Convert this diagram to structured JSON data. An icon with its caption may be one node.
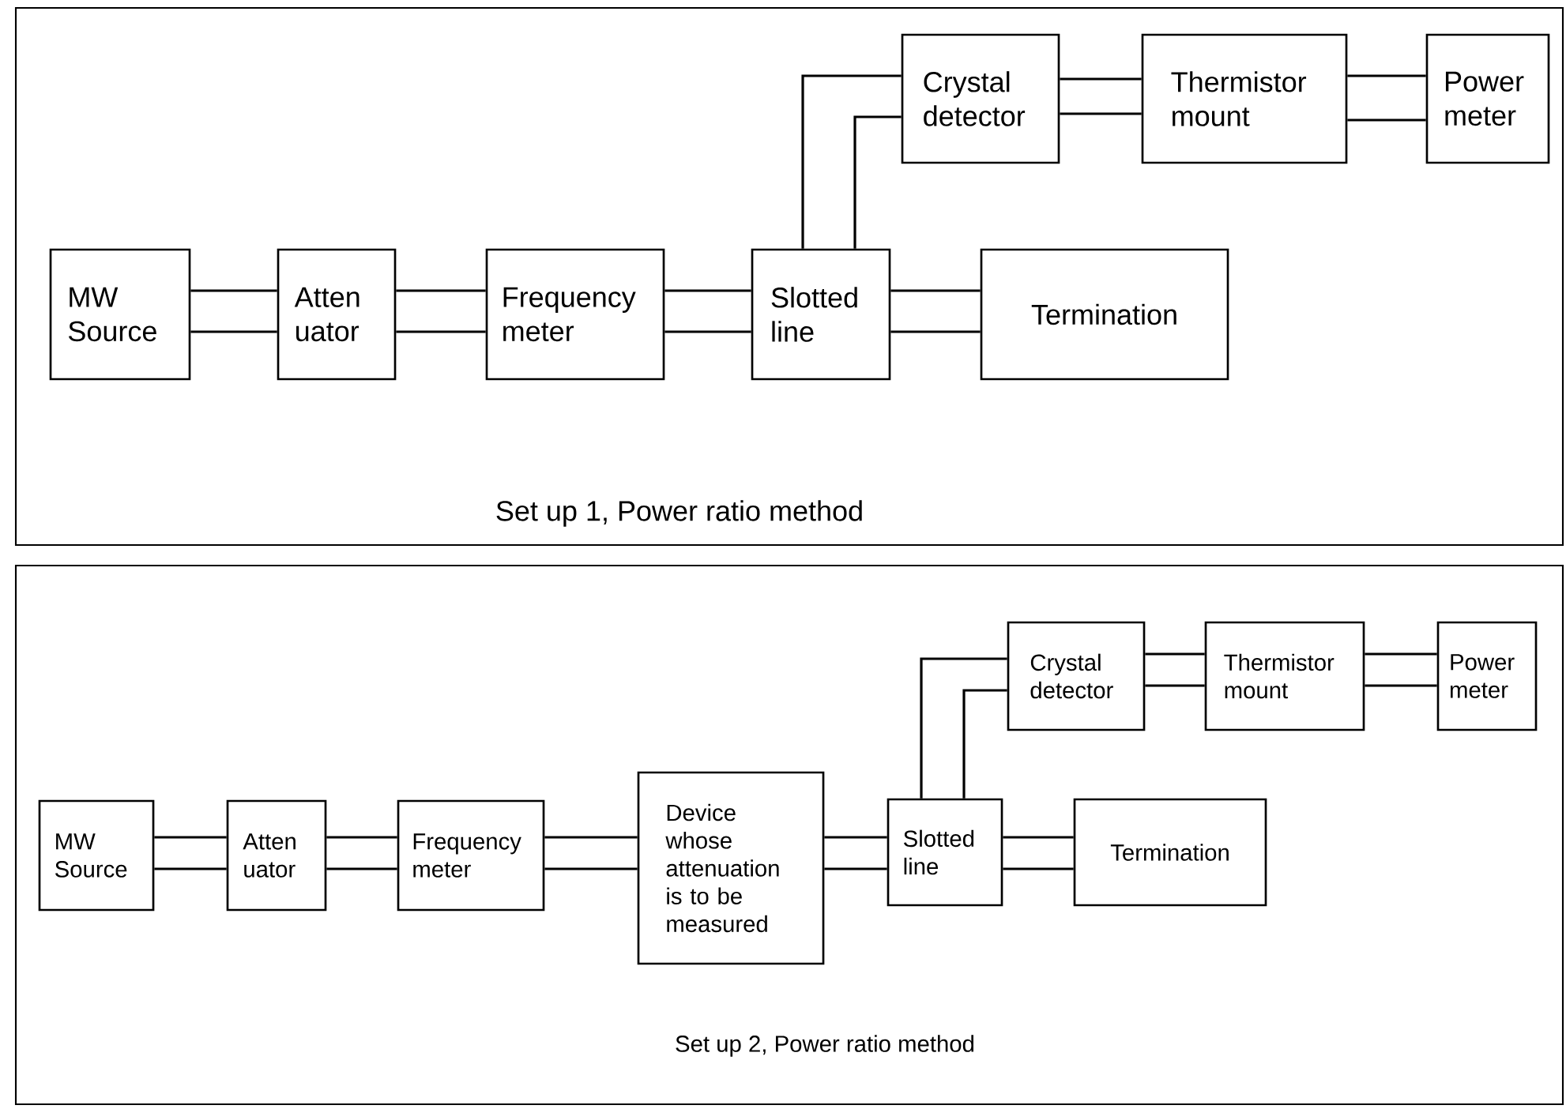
{
  "diagram": {
    "nodes": [
      {
        "text": [
          "Set up 1, Power ratio method"
        ]
      },
      {
        "text": [
          "MW Source"
        ],
        "in": 0
      },
      {
        "text": [
          "Atten uator"
        ],
        "in": 0
      },
      {
        "text": [
          "Frequency meter"
        ],
        "in": 0
      },
      {
        "text": [
          "Slotted line"
        ],
        "in": 0
      },
      {
        "text": [
          "Termination"
        ],
        "in": 0
      },
      {
        "text": [
          "Crystal detector"
        ],
        "in": 0
      },
      {
        "text": [
          "Thermistor mount"
        ],
        "in": 0
      },
      {
        "text": [
          "Power meter"
        ],
        "in": 0
      },
      {
        "text": [
          "Set up 2, Power ratio method"
        ]
      },
      {
        "text": [
          "MW Source"
        ],
        "in": 9
      },
      {
        "text": [
          "Atten uator"
        ],
        "in": 9
      },
      {
        "text": [
          "Frequency meter"
        ],
        "in": 9
      },
      {
        "text": [
          "Device whose attenuation is to be measured"
        ],
        "in": 9
      },
      {
        "text": [
          "Slotted line"
        ],
        "in": 9
      },
      {
        "text": [
          "Termination"
        ],
        "in": 9
      },
      {
        "text": [
          "Crystal detector"
        ],
        "in": 9
      },
      {
        "text": [
          "Thermistor mount"
        ],
        "in": 9
      },
      {
        "text": [
          "Power meter"
        ],
        "in": 9
      }
    ],
    "edges": [
      {
        "from": 1,
        "to": 2,
        "arrow": "none"
      },
      {
        "from": 1,
        "to": 2,
        "arrow": "none"
      },
      {
        "from": 2,
        "to": 3,
        "arrow": "none"
      },
      {
        "from": 2,
        "to": 3,
        "arrow": "none"
      },
      {
        "from": 3,
        "to": 4,
        "arrow": "none"
      },
      {
        "from": 3,
        "to": 4,
        "arrow": "none"
      },
      {
        "from": 4,
        "to": 5,
        "arrow": "none"
      },
      {
        "from": 4,
        "to": 5,
        "arrow": "none"
      },
      {
        "from": 4,
        "to": 6,
        "arrow": "none"
      },
      {
        "from": 4,
        "to": 6,
        "arrow": "none"
      },
      {
        "from": 6,
        "to": 7,
        "arrow": "none"
      },
      {
        "from": 6,
        "to": 7,
        "arrow": "none"
      },
      {
        "from": 7,
        "to": 8,
        "arrow": "none"
      },
      {
        "from": 7,
        "to": 8,
        "arrow": "none"
      },
      {
        "from": 10,
        "to": 11,
        "arrow": "none"
      },
      {
        "from": 10,
        "to": 11,
        "arrow": "none"
      },
      {
        "from": 11,
        "to": 12,
        "arrow": "none"
      },
      {
        "from": 11,
        "to": 12,
        "arrow": "none"
      },
      {
        "from": 12,
        "to": 13,
        "arrow": "none"
      },
      {
        "from": 12,
        "to": 13,
        "arrow": "none"
      },
      {
        "from": 13,
        "to": 14,
        "arrow": "none"
      },
      {
        "from": 13,
        "to": 14,
        "arrow": "none"
      },
      {
        "from": 14,
        "to": 15,
        "arrow": "none"
      },
      {
        "from": 14,
        "to": 15,
        "arrow": "none"
      },
      {
        "from": 14,
        "to": 16,
        "arrow": "none"
      },
      {
        "from": 14,
        "to": 16,
        "arrow": "none"
      },
      {
        "from": 16,
        "to": 17,
        "arrow": "none"
      },
      {
        "from": 16,
        "to": 17,
        "arrow": "none"
      },
      {
        "from": 17,
        "to": 18,
        "arrow": "none"
      },
      {
        "from": 17,
        "to": 18,
        "arrow": "none"
      }
    ]
  }
}
